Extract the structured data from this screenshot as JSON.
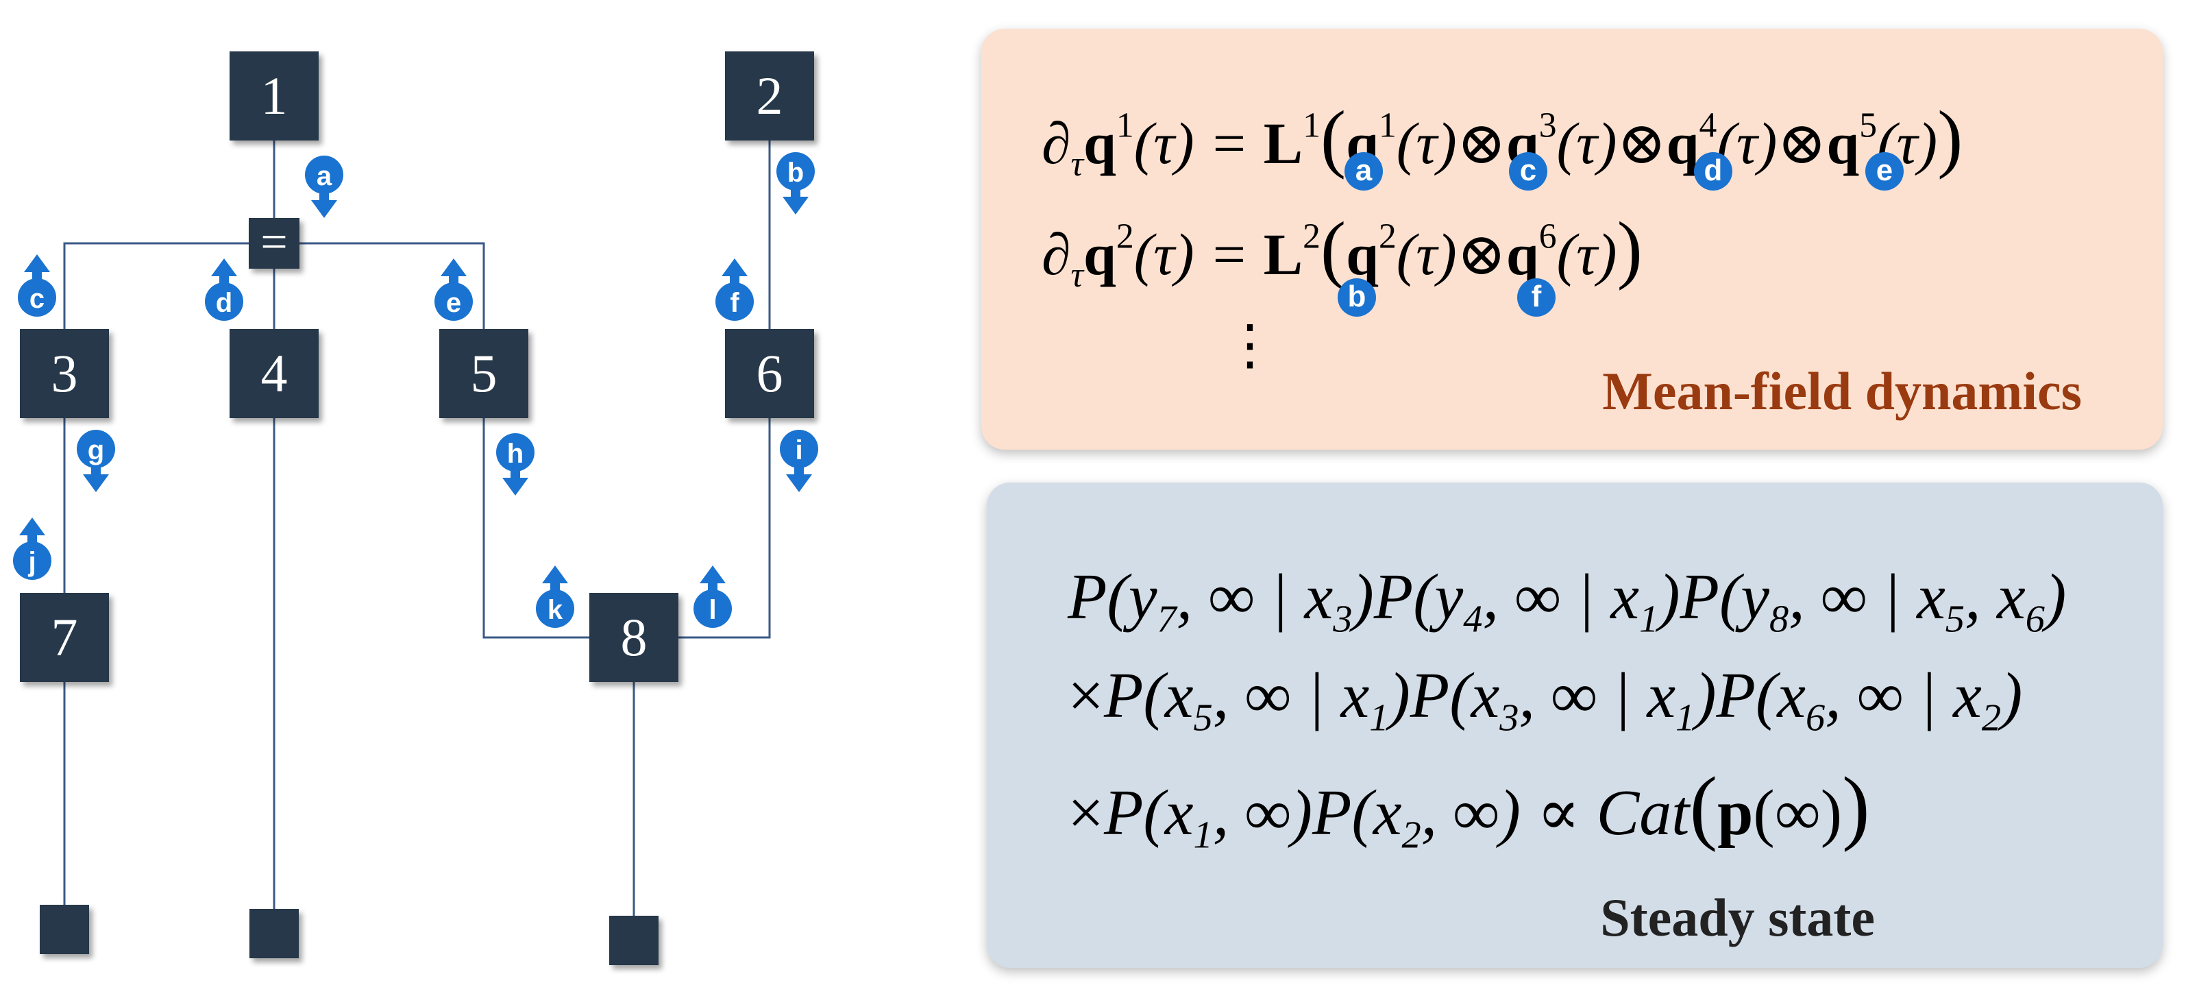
{
  "graph": {
    "node_labels": [
      "1",
      "2",
      "3",
      "4",
      "5",
      "6",
      "7",
      "8"
    ],
    "equals_symbol": "=",
    "message_labels": [
      "a",
      "b",
      "c",
      "d",
      "e",
      "f",
      "g",
      "h",
      "i",
      "j",
      "k",
      "l"
    ],
    "colors": {
      "node": "#263748",
      "edge": "#3a5a86",
      "badge": "#1a73d0"
    }
  },
  "mean_field": {
    "eq1": {
      "lhs_d": "∂",
      "lhs_d_sub": "τ",
      "lhs_q": "q",
      "lhs_sup": "1",
      "lhs_arg": "(τ) =",
      "op": "L",
      "op_sup": "1",
      "open": "(",
      "q": "q",
      "t1_sup": "1",
      "t2_sup": "3",
      "t3_sup": "4",
      "t4_sup": "5",
      "arg": "(τ)",
      "otimes": "⊗",
      "close": ")"
    },
    "eq2": {
      "lhs_d": "∂",
      "lhs_d_sub": "τ",
      "lhs_q": "q",
      "lhs_sup": "2",
      "lhs_arg": "(τ) =",
      "op": "L",
      "op_sup": "2",
      "open": "(",
      "q": "q",
      "t1_sup": "2",
      "t2_sup": "6",
      "arg": "(τ)",
      "otimes": "⊗",
      "close": ")"
    },
    "eq1_tags": [
      "a",
      "c",
      "d",
      "e"
    ],
    "eq2_tags": [
      "b",
      "f"
    ],
    "vdots": "⋮",
    "title": "Mean-field dynamics",
    "colors": {
      "panel": "#fde1d0",
      "title": "#9a3a10"
    }
  },
  "steady_state": {
    "line1": {
      "p1": "P(",
      "y7": "y",
      "y7_sub": "7",
      "m1": ", ∞ | ",
      "x3": "x",
      "x3_sub": "3",
      "p2": ")P(",
      "y4": "y",
      "y4_sub": "4",
      "m2": ", ∞ | ",
      "x1": "x",
      "x1_sub": "1",
      "p3": ")P(",
      "y8": "y",
      "y8_sub": "8",
      "m3": ", ∞ | ",
      "x5": "x",
      "x5_sub": "5",
      "comma": ", ",
      "x6": "x",
      "x6_sub": "6",
      "end": ")"
    },
    "line2": {
      "times": "×",
      "p1": "P(",
      "x5": "x",
      "x5_sub": "5",
      "m1": ", ∞ | ",
      "x1a": "x",
      "x1a_sub": "1",
      "p2": ")P(",
      "x3": "x",
      "x3_sub": "3",
      "m2": ", ∞ | ",
      "x1b": "x",
      "x1b_sub": "1",
      "p3": ")P(",
      "x6": "x",
      "x6_sub": "6",
      "m3": ", ∞ | ",
      "x2": "x",
      "x2_sub": "2",
      "end": ")"
    },
    "line3": {
      "times": "×",
      "p1": "P(",
      "x1": "x",
      "x1_sub": "1",
      "m1": ", ∞)P(",
      "x2": "x",
      "x2_sub": "2",
      "m2": ", ∞) ∝ ",
      "cat": "Cat",
      "open": "(",
      "p": "p",
      "arg": "(∞)",
      "close": ")"
    },
    "title": "Steady state",
    "colors": {
      "panel": "#d3dde7",
      "title": "#222222"
    }
  }
}
